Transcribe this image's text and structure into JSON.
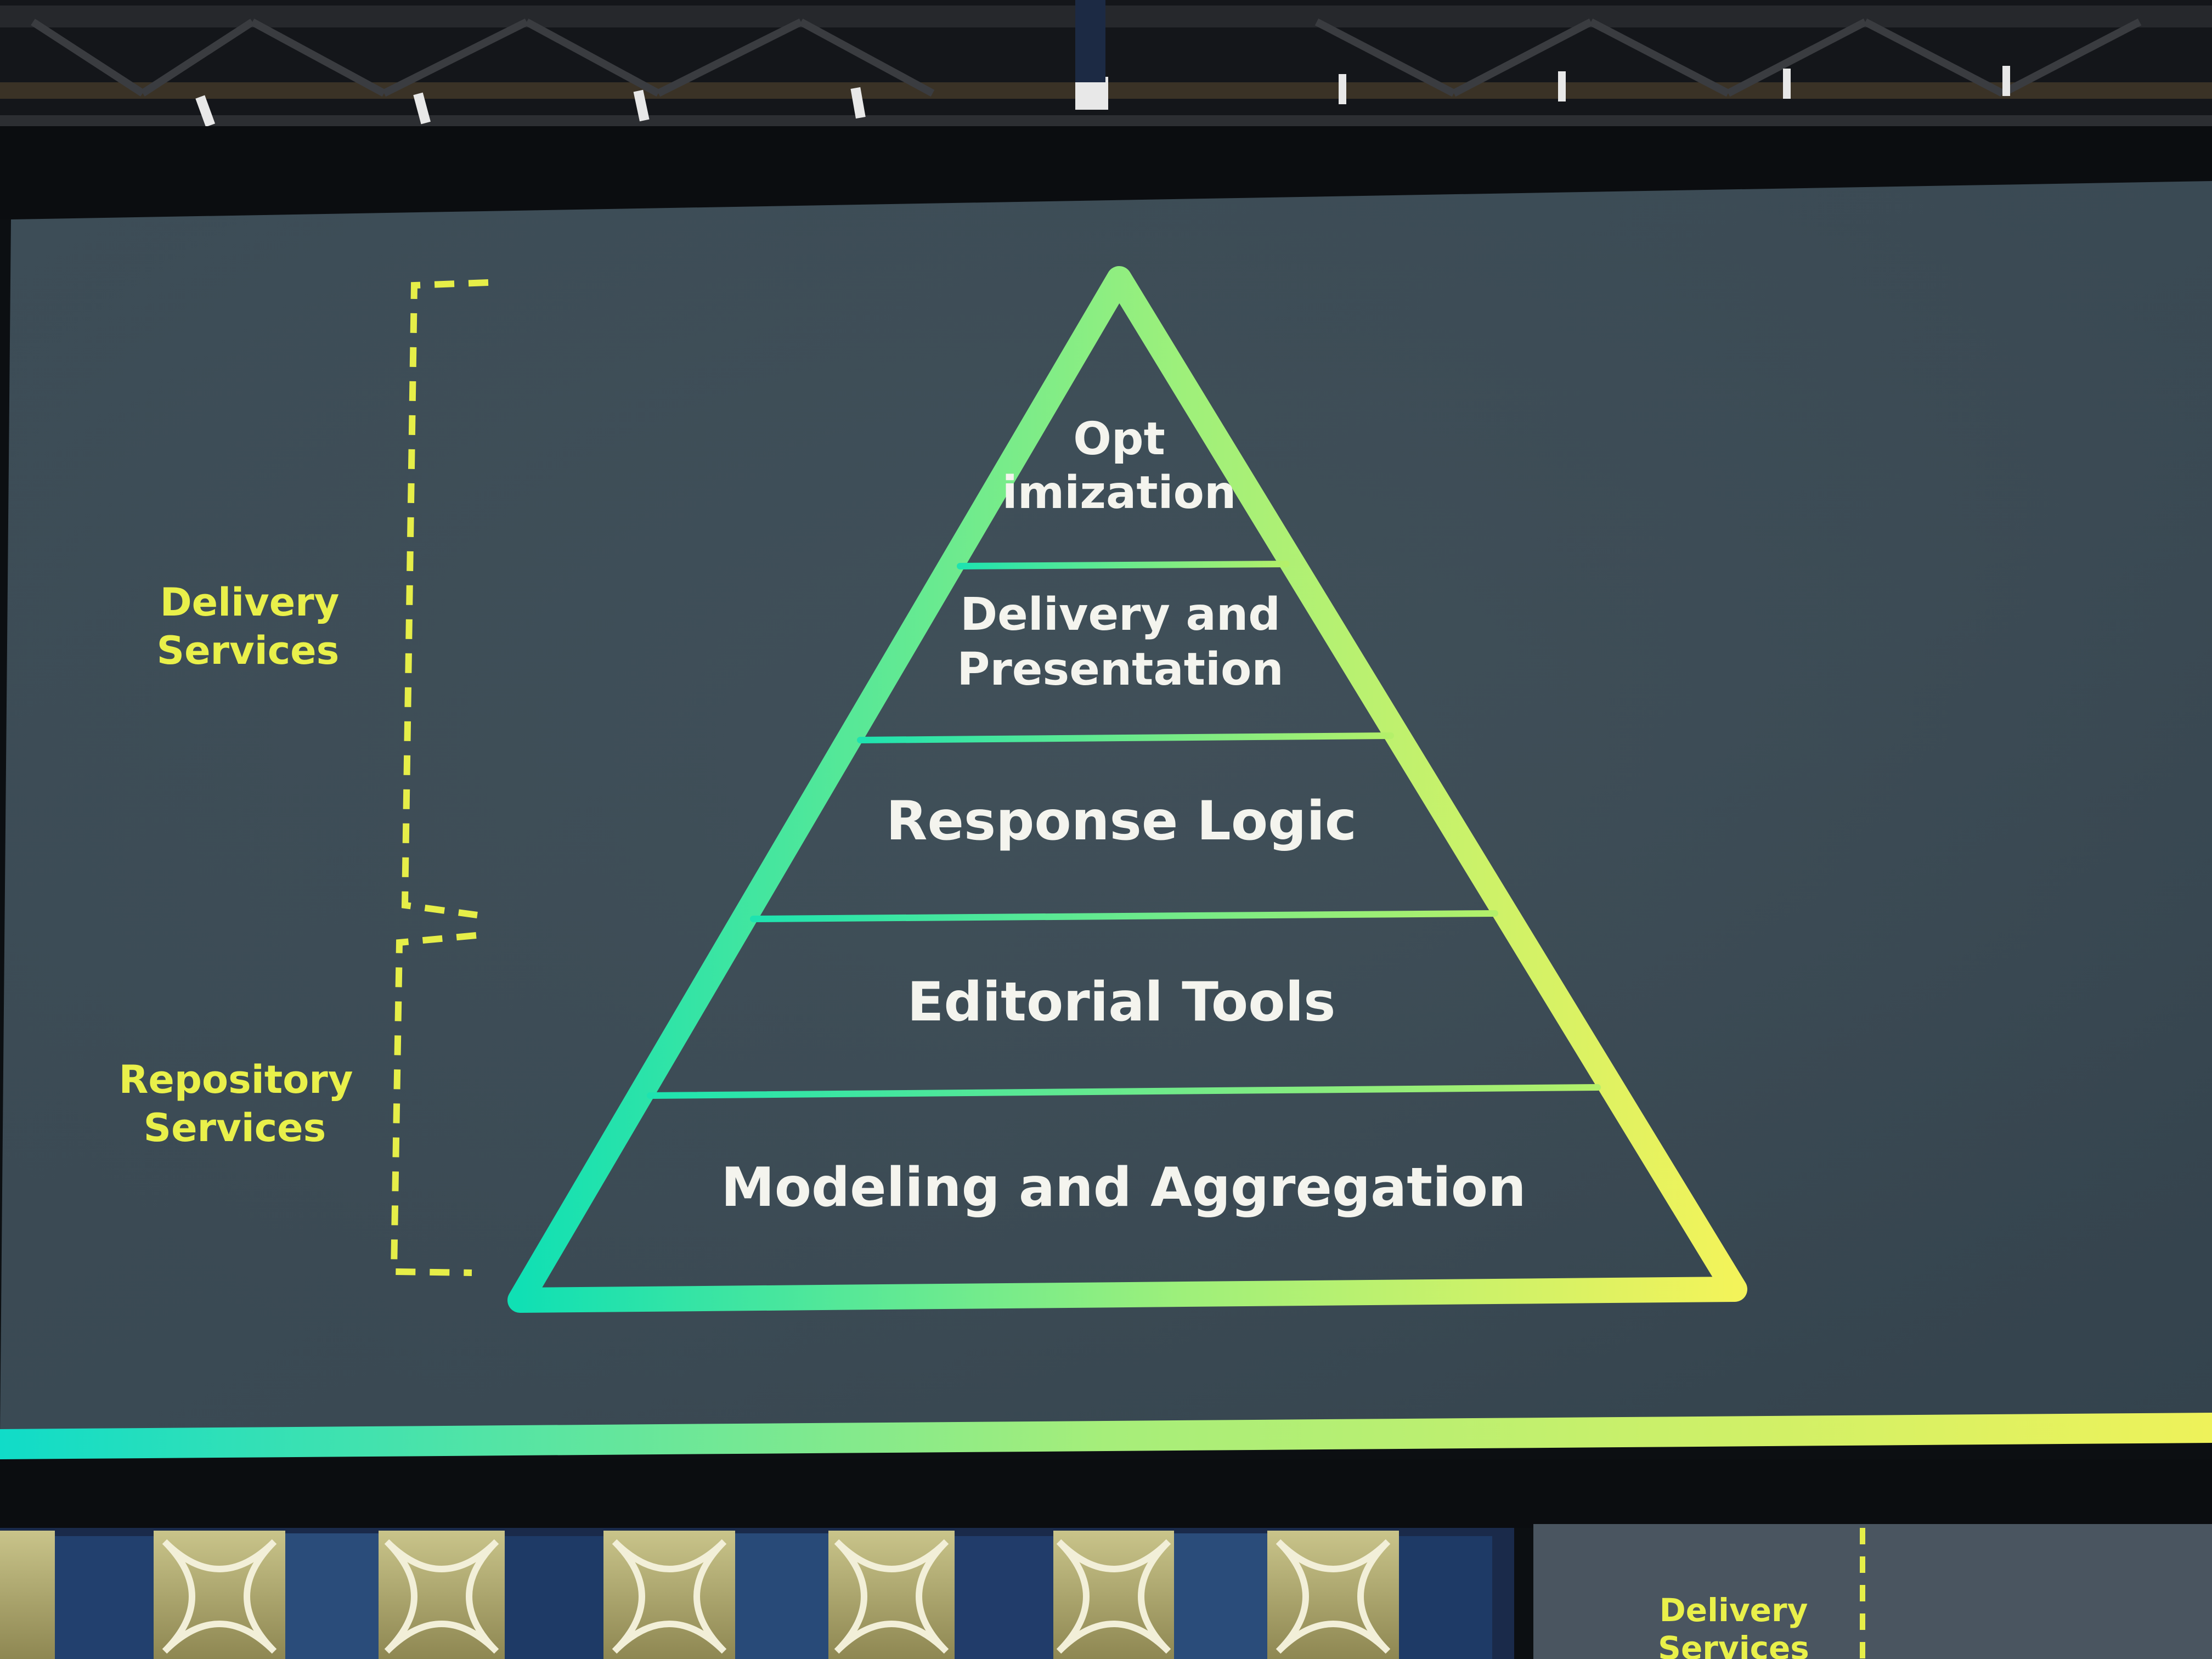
{
  "diagram": {
    "layers": [
      {
        "lines": [
          "Opt",
          "imization"
        ]
      },
      {
        "lines": [
          "Delivery and",
          "Presentation"
        ]
      },
      {
        "lines": [
          "Response Logic"
        ]
      },
      {
        "lines": [
          "Editorial Tools"
        ]
      },
      {
        "lines": [
          "Modeling and Aggregation"
        ]
      }
    ],
    "groups": {
      "delivery": {
        "line1": "Delivery",
        "line2": "Services"
      },
      "repository": {
        "line1": "Repository",
        "line2": "Services"
      }
    }
  },
  "side_screen": {
    "label_line1": "Delivery",
    "label_line2": "Services"
  },
  "colors": {
    "slide_bg": "#3a4a54",
    "gradient_start": "#1ee3b0",
    "gradient_end": "#f3f55c",
    "label_yellow": "#e9f04a",
    "text_white": "#f4f4ee"
  }
}
